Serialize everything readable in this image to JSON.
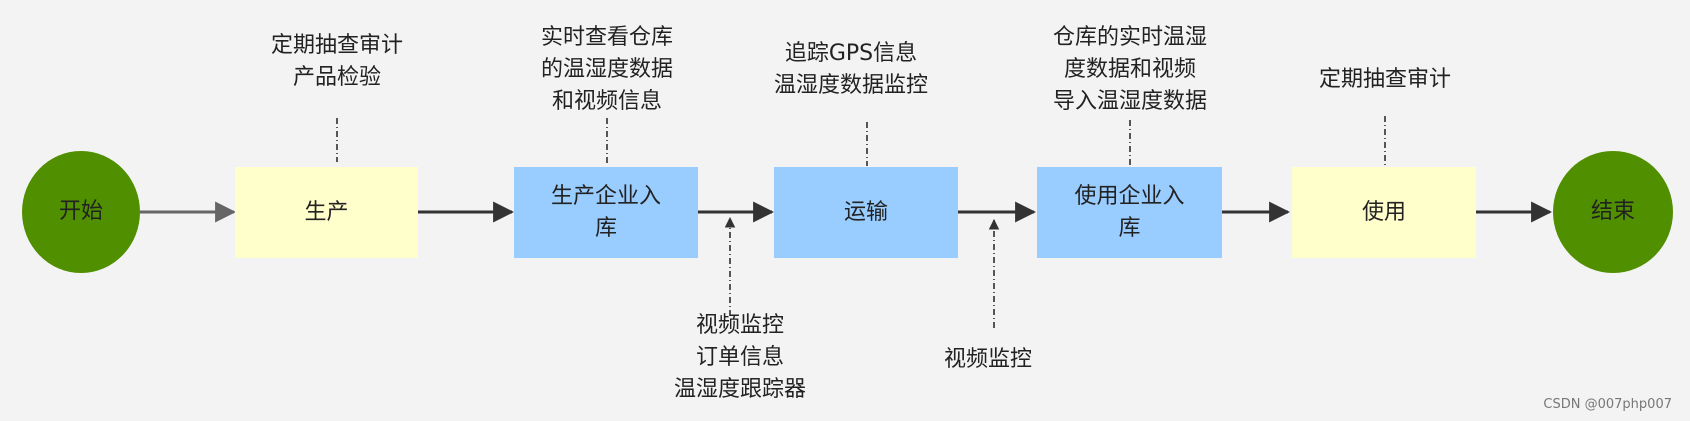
{
  "nodes": {
    "start": "开始",
    "production": "生产",
    "producer_warehouse": "生产企业入库",
    "transport": "运输",
    "user_warehouse": "使用企业入库",
    "use": "使用",
    "end": "结束"
  },
  "annotations": {
    "production": "定期抽查审计\n产品检验",
    "producer_warehouse": "实时查看仓库\n的温湿度数据\n和视频信息",
    "transport": "追踪GPS信息\n温湿度数据监控",
    "user_warehouse": "仓库的实时温湿\n度数据和视频\n导入温湿度数据",
    "use": "定期抽查审计",
    "link_to_transport": "视频监控\n订单信息\n温湿度跟踪器",
    "link_to_user_warehouse": "视频监控"
  },
  "watermark": "CSDN @007php007",
  "colors": {
    "start_end": "#4f8f00",
    "yellow_box": "#ffffcc",
    "blue_box": "#99ccff",
    "line": "#333333"
  }
}
